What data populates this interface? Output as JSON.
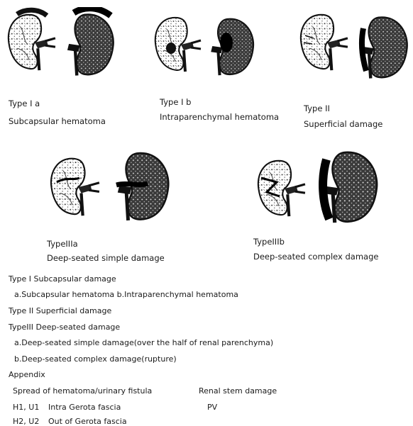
{
  "diagrams": [
    {
      "type": "Type I a",
      "desc": "Subcapsular hematoma"
    },
    {
      "type": "Type I b",
      "desc": "Intraparenchymal hematoma"
    },
    {
      "type": "Type II",
      "desc": "Superficial damage"
    },
    {
      "type": "TypeIIIa",
      "desc": "Deep-seated simple damage"
    },
    {
      "type": "TypeIIIb",
      "desc": "Deep-seated complex damage"
    }
  ],
  "legend": {
    "l1": "Type I  Subcapsular damage",
    "l2": "a.Subcapsular hematoma   b.Intraparenchymal hematoma",
    "l3": "Type II  Superficial damage",
    "l4": "TypeIII  Deep-seated damage",
    "l5": "a.Deep-seated simple damage(over the half of renal parenchyma)",
    "l6": "b.Deep-seated complex damage(rupture)",
    "appendix": "Appendix",
    "spread_header": "Spread of hematoma/urinary fistula",
    "stem_header": "Renal stem damage",
    "h1_code": "H1, U1",
    "h1_desc": "Intra Gerota fascia",
    "pv": "PV",
    "h2_code": "H2, U2",
    "h2_desc": "Out of Gerota fascia"
  }
}
